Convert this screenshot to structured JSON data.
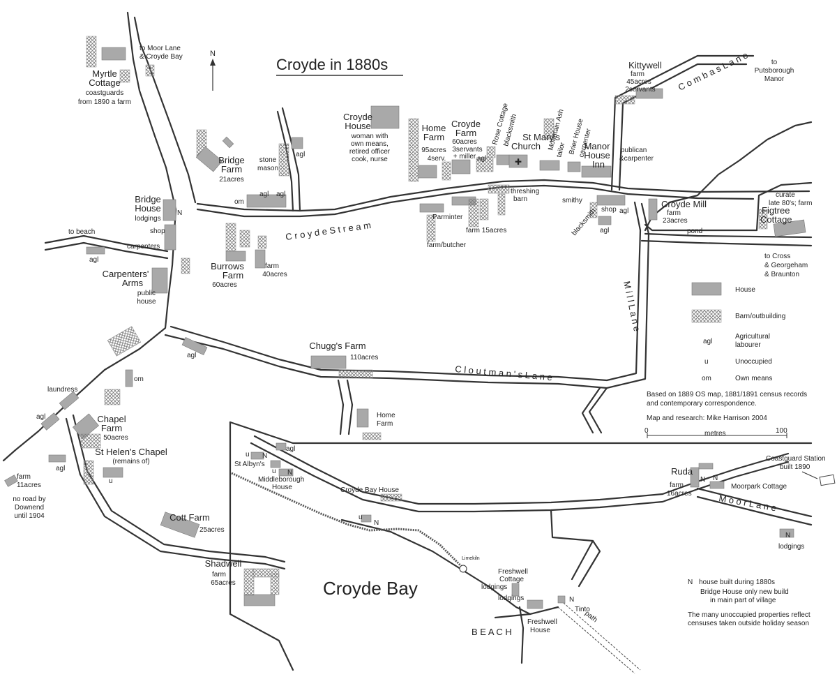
{
  "title": "Croyde in 1880s",
  "bay_title": "Croyde Bay",
  "north_label": "N",
  "colors": {
    "house": "#a9a9a9",
    "road": "#333333",
    "background": "#ffffff"
  },
  "legend": {
    "house": "House",
    "barn": "Barn/outbuilding",
    "agl_code": "agl",
    "agl_l1": "Agricultural",
    "agl_l2": "labourer",
    "u_code": "u",
    "u_text": "Unoccupied",
    "om_code": "om",
    "om_text": "Own means"
  },
  "credits": {
    "line1": "Based on 1889 OS map, 1881/1891 census records",
    "line2": "and contemporary correspondence.",
    "line3": "Map and research: Mike Harrison 2004"
  },
  "scale": {
    "zero": "0",
    "hundred": "100",
    "unit": "metres"
  },
  "notes": {
    "n_code": "N",
    "n_text": "house built during 1880s",
    "bridge_l1": "Bridge House only new build",
    "bridge_l2": "in main part of village",
    "unocc_l1": "The many unoccupied properties reflect",
    "unocc_l2": "censuses taken outside holiday season"
  },
  "streets": {
    "stream": "C r o y d e   S t r e a m",
    "cloutman": "C l o u t m a n ' s   L a n e",
    "mill": "M i l l   L a n e",
    "combas": "C o m b a s   L a n e",
    "moor": "M o o r   L a n e",
    "beach": "B E A C H",
    "path": "path",
    "pond": "pond"
  },
  "labels": {
    "moorlane_l1": "to Moor Lane",
    "moorlane_l2": "& Croyde Bay",
    "myrtle_l1": "Myrtle",
    "myrtle_l2": "Cottage",
    "myrtle_l3": "coastguards",
    "myrtle_l4": "from 1890 a farm",
    "bridgefarm_l1": "Bridge",
    "bridgefarm_l2": "Farm",
    "bridgefarm_l3": "21acres",
    "stonemason_l1": "stone",
    "stonemason_l2": "mason",
    "agl": "agl",
    "om": "om",
    "croydehouse_l1": "Croyde",
    "croydehouse_l2": "House",
    "croydehouse_l3": "woman with",
    "croydehouse_l4": "own means,",
    "croydehouse_l5": "retired officer",
    "croydehouse_l6": "cook, nurse",
    "homefarm_l1": "Home",
    "homefarm_l2": "Farm",
    "homefarm_l3": "95acres",
    "homefarm_l4": "4serv.",
    "croydefarm_l1": "Croyde",
    "croydefarm_l2": "Farm",
    "croydefarm_l3": "60acres",
    "croydefarm_l4": "3servants",
    "croydefarm_l5": "+ miller",
    "rosecottage": "Rose Cottage",
    "blacksmith": "blacksmith",
    "church_l1": "St Mary's",
    "church_l2": "Church",
    "mountainash": "Mountain Ash",
    "tailor": "tailor",
    "brierhouse": "Brier House",
    "carpenter": "carpenter",
    "manor_l1": "Manor",
    "manor_l2": "House",
    "manor_l3": "Inn",
    "kittywell_l1": "Kittywell",
    "kittywell_l2": "farm",
    "kittywell_l3": "45acres",
    "kittywell_l4": "2servants",
    "putsborough_l1": "to",
    "putsborough_l2": "Putsborough",
    "putsborough_l3": "Manor",
    "publican_l1": "publican",
    "publican_l2": "&carpenter",
    "threshing_l1": "threshing",
    "threshing_l2": "barn",
    "smithy": "smithy",
    "shop": "shop",
    "croydemill_l1": "Croyde Mill",
    "croydemill_l2": "farm",
    "croydemill_l3": "23acres",
    "curate_l1": "curate",
    "curate_l2": "late 80's; farm",
    "figtree_l1": "Figtree",
    "figtree_l2": "Cottage",
    "cross_l1": "to Cross",
    "cross_l2": "& Georgeham",
    "cross_l3": "& Braunton",
    "bridgehouse_l1": "Bridge",
    "bridgehouse_l2": "House",
    "lodgings": "lodgings",
    "carpenters": "carpenters",
    "tobeach": "to beach",
    "carparms_l1": "Carpenters'",
    "carparms_l2": "Arms",
    "carparms_l3": "public",
    "carparms_l4": "house",
    "burrows_l1": "Burrows",
    "burrows_l2": "Farm",
    "burrows_l3": "60acres",
    "farm40_l1": "farm",
    "farm40_l2": "40acres",
    "parminter": "Parminter",
    "farmbutcher": "farm/butcher",
    "farm15": "farm 15acres",
    "chuggs_l1": "Chugg's Farm",
    "chuggs_l2": "110acres",
    "homefarm2_l1": "Home",
    "homefarm2_l2": "Farm",
    "laundress": "laundress",
    "chapelfarm_l1": "Chapel",
    "chapelfarm_l2": "Farm",
    "chapelfarm_l3": "50acres",
    "sthelens_l1": "St Helen's Chapel",
    "sthelens_l2": "(remains of)",
    "u": "u",
    "farm11_l1": "farm",
    "farm11_l2": "11acres",
    "noroad_l1": "no road by",
    "noroad_l2": "Downend",
    "noroad_l3": "until 1904",
    "cott_l1": "Cott Farm",
    "cott_l2": "25acres",
    "shadwell_l1": "Shadwell",
    "shadwell_l2": "farm",
    "shadwell_l3": "65acres",
    "stalbyns": "St Albyn's",
    "middle_l1": "Middleborough",
    "middle_l2": "House",
    "croydebayhouse": "Croyde Bay House",
    "limekiln": "Limekiln",
    "freshwell_l1": "Freshwell",
    "freshwell_l2": "Cottage",
    "freshwellh_l1": "Freshwell",
    "freshwellh_l2": "House",
    "tinto": "Tinto",
    "ruda_l1": "Ruda",
    "ruda_l2": "farm",
    "ruda_l3": "16acres",
    "moorpark": "Moorpark Cottage",
    "coastguard_l1": "Coastguard Station",
    "coastguard_l2": "built 1890",
    "n": "N"
  }
}
